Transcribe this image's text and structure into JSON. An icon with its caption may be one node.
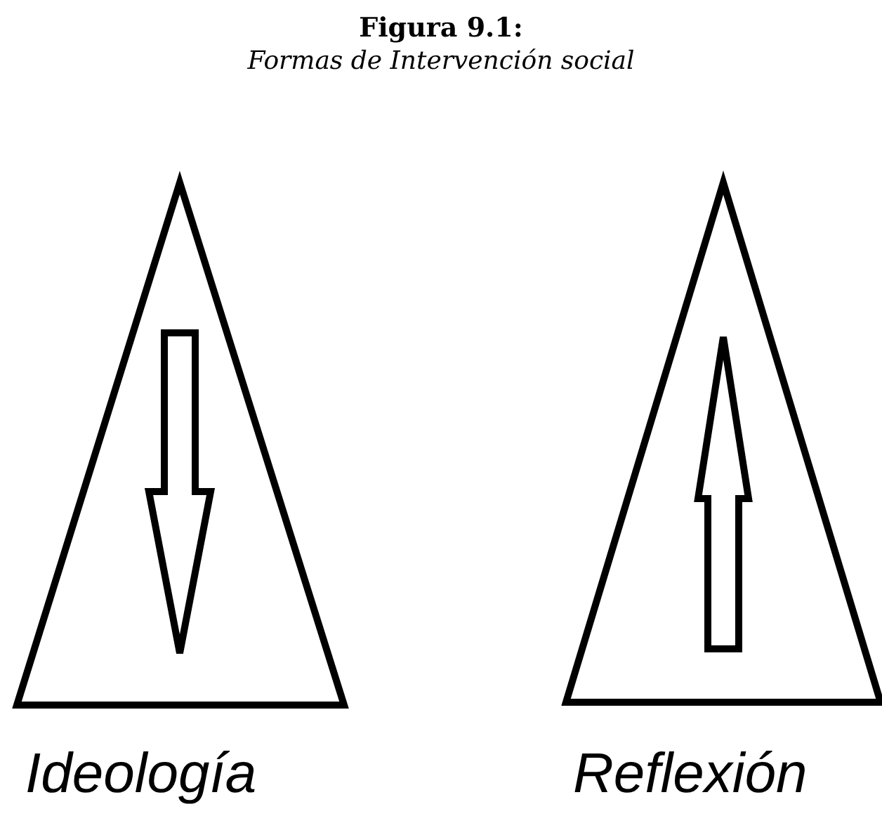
{
  "diagram": {
    "title": "Figura 9.1:",
    "caption": "Formas de Intervención social",
    "nodes": [
      {
        "text": [
          "Ideología"
        ]
      },
      {
        "text": [
          "Reflexión"
        ]
      }
    ]
  }
}
